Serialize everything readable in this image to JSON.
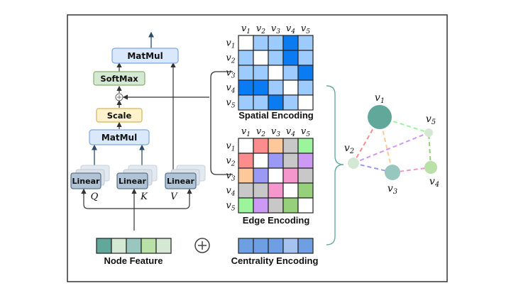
{
  "transformer": {
    "top_matmul": "MatMul",
    "softmax": "SoftMax",
    "scale": "Scale",
    "bottom_matmul": "MatMul",
    "linear_q": "Linear",
    "linear_k": "Linear",
    "linear_v": "Linear",
    "q_label": "Q",
    "k_label": "K",
    "v_label": "V",
    "add_symbol": "+"
  },
  "spatial_encoding": {
    "caption": "Spatial Encoding",
    "col_labels": [
      "v1",
      "v2",
      "v3",
      "v4",
      "v5"
    ],
    "row_labels": [
      "v1",
      "v2",
      "v3",
      "v4",
      "v5"
    ],
    "legend_colors": {
      "w": "#ffffff",
      "l": "#9ecbff",
      "d": "#0a7bf0"
    },
    "cells": [
      [
        "w",
        "l",
        "l",
        "d",
        "l"
      ],
      [
        "l",
        "w",
        "l",
        "d",
        "l"
      ],
      [
        "l",
        "l",
        "w",
        "l",
        "d"
      ],
      [
        "d",
        "d",
        "l",
        "w",
        "l"
      ],
      [
        "l",
        "l",
        "d",
        "l",
        "w"
      ]
    ]
  },
  "edge_encoding": {
    "caption": "Edge Encoding",
    "col_labels": [
      "v1",
      "v2",
      "v3",
      "v4",
      "v5"
    ],
    "row_labels": [
      "v1",
      "v2",
      "v3",
      "v4",
      "v5"
    ],
    "cells": [
      [
        "#ffffff",
        "#ff8c8c",
        "#ffc89a",
        "#c8c8c8",
        "#9cf59c"
      ],
      [
        "#ff8c8c",
        "#ffffff",
        "#9a9af5",
        "#c8c8c8",
        "#cc9af5"
      ],
      [
        "#ffc89a",
        "#9a9af5",
        "#ffffff",
        "#f596cc",
        "#c8c8c8"
      ],
      [
        "#c8c8c8",
        "#c8c8c8",
        "#f596cc",
        "#ffffff",
        "#96d07a"
      ],
      [
        "#9cf59c",
        "#cc9af5",
        "#c8c8c8",
        "#96d07a",
        "#ffffff"
      ]
    ]
  },
  "node_feature": {
    "caption": "Node Feature",
    "colors": [
      "#62a89a",
      "#d5e8d3",
      "#98c7c0",
      "#b9e0a6",
      "#d5e8d3"
    ]
  },
  "centrality_encoding": {
    "caption": "Centrality Encoding",
    "colors": [
      "#6f9fe3",
      "#6f9fe3",
      "#6f9fe3",
      "#a6c3f0",
      "#6f9fe3"
    ]
  },
  "plus_symbol": "+",
  "graph": {
    "nodes": [
      {
        "id": "v1",
        "label": "v1",
        "color": "#62a89a",
        "size": "large"
      },
      {
        "id": "v2",
        "label": "v2",
        "color": "#d5e8d3",
        "size": "small"
      },
      {
        "id": "v3",
        "label": "v3",
        "color": "#98c7c0",
        "size": "medium"
      },
      {
        "id": "v4",
        "label": "v4",
        "color": "#b9e0a6",
        "size": "small-medium"
      },
      {
        "id": "v5",
        "label": "v5",
        "color": "#d5e8d3",
        "size": "tiny"
      }
    ],
    "edges": [
      {
        "from": "v1",
        "to": "v2",
        "color": "#ff8c8c"
      },
      {
        "from": "v1",
        "to": "v3",
        "color": "#ffc89a"
      },
      {
        "from": "v1",
        "to": "v5",
        "color": "#9cf59c"
      },
      {
        "from": "v2",
        "to": "v5",
        "color": "#cc9af5"
      },
      {
        "from": "v2",
        "to": "v3",
        "color": "#9a9af5"
      },
      {
        "from": "v3",
        "to": "v4",
        "color": "#f596cc"
      },
      {
        "from": "v4",
        "to": "v5",
        "color": "#96d07a"
      }
    ]
  }
}
